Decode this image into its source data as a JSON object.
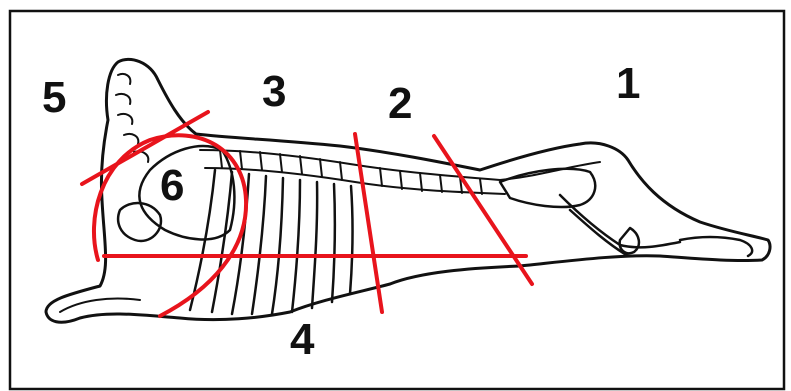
{
  "colors": {
    "cut_line": "#e8141c",
    "outline": "#111111",
    "background": "#ffffff"
  },
  "labels": {
    "cut_1": "1",
    "cut_2": "2",
    "cut_3": "3",
    "cut_4": "4",
    "cut_5": "5",
    "cut_6": "6"
  }
}
